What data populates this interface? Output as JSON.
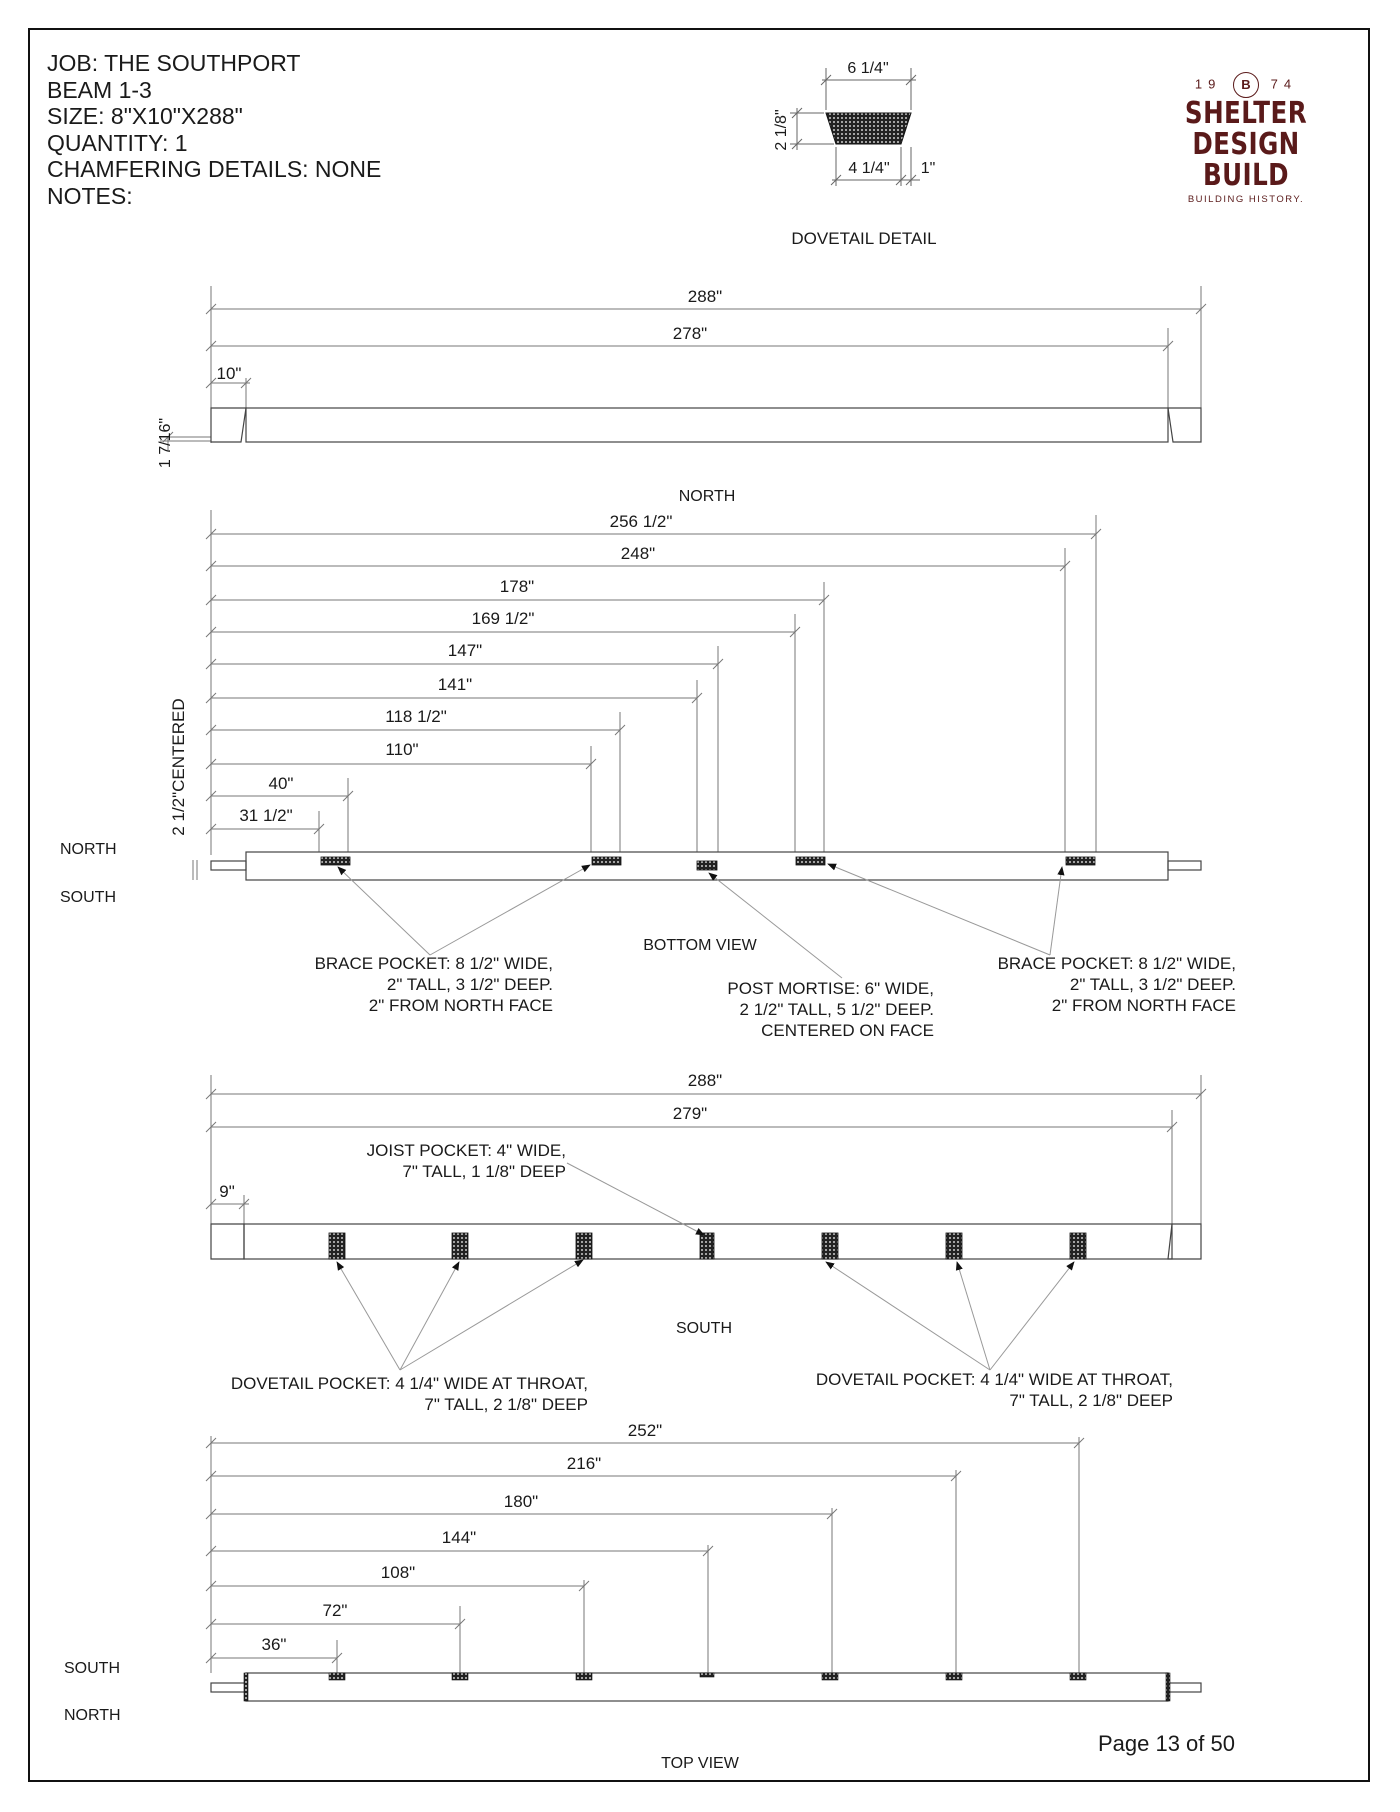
{
  "header": {
    "job": "JOB:  THE SOUTHPORT",
    "beam": "BEAM 1-3",
    "size": "SIZE: 8\"X10\"X288\"",
    "quantity": "QUANTITY: 1",
    "chamfering": "CHAMFERING DETAILS: NONE",
    "notes": "NOTES:"
  },
  "logo": {
    "year_left": "19",
    "year_right": "74",
    "monogram": "B",
    "line1": "SHELTER",
    "line2": "DESIGN BUILD",
    "tagline": "BUILDING HISTORY.",
    "color": "#5a1a1a"
  },
  "dovetail_detail": {
    "title": "DOVETAIL DETAIL",
    "top_width": "6 1/4\"",
    "height": "2 1/8\"",
    "throat_width": "4 1/4\"",
    "flare": "1\""
  },
  "side_view_1": {
    "overall": "288\"",
    "tenon_span": "278\"",
    "tenon_length": "10\"",
    "tenon_height": "1 7/16\""
  },
  "bottom_view": {
    "title": "BOTTOM VIEW",
    "north_top": "NORTH",
    "north_label": "NORTH",
    "south_label": "SOUTH",
    "centered_dim": "2 1/2\"CENTERED",
    "dims": [
      "256 1/2\"",
      "248\"",
      "178\"",
      "169 1/2\"",
      "147\"",
      "141\"",
      "118 1/2\"",
      "110\"",
      "40\"",
      "31 1/2\""
    ],
    "brace_left": [
      "BRACE POCKET: 8 1/2\" WIDE,",
      "2\" TALL, 3 1/2\" DEEP.",
      "2\" FROM NORTH FACE"
    ],
    "post": [
      "POST MORTISE: 6\" WIDE,",
      "2 1/2\" TALL, 5 1/2\" DEEP.",
      "CENTERED ON FACE"
    ],
    "brace_right": [
      "BRACE POCKET: 8 1/2\" WIDE,",
      "2\" TALL, 3 1/2\" DEEP.",
      "2\" FROM NORTH FACE"
    ]
  },
  "side_view_2": {
    "overall": "288\"",
    "tenon_span": "279\"",
    "tenon_length": "9\"",
    "joist": [
      "JOIST POCKET: 4\" WIDE,",
      "7\" TALL, 1 1/8\" DEEP"
    ],
    "south_label": "SOUTH",
    "dovetail_left": [
      "DOVETAIL POCKET: 4 1/4\" WIDE AT THROAT,",
      "7\" TALL, 2 1/8\" DEEP"
    ],
    "dovetail_right": [
      "DOVETAIL POCKET: 4 1/4\" WIDE AT THROAT,",
      "7\" TALL, 2 1/8\" DEEP"
    ]
  },
  "top_view": {
    "title": "TOP VIEW",
    "south_label": "SOUTH",
    "north_label": "NORTH",
    "dims": [
      "252\"",
      "216\"",
      "180\"",
      "144\"",
      "108\"",
      "72\"",
      "36\""
    ]
  },
  "page": "Page 13 of 50"
}
